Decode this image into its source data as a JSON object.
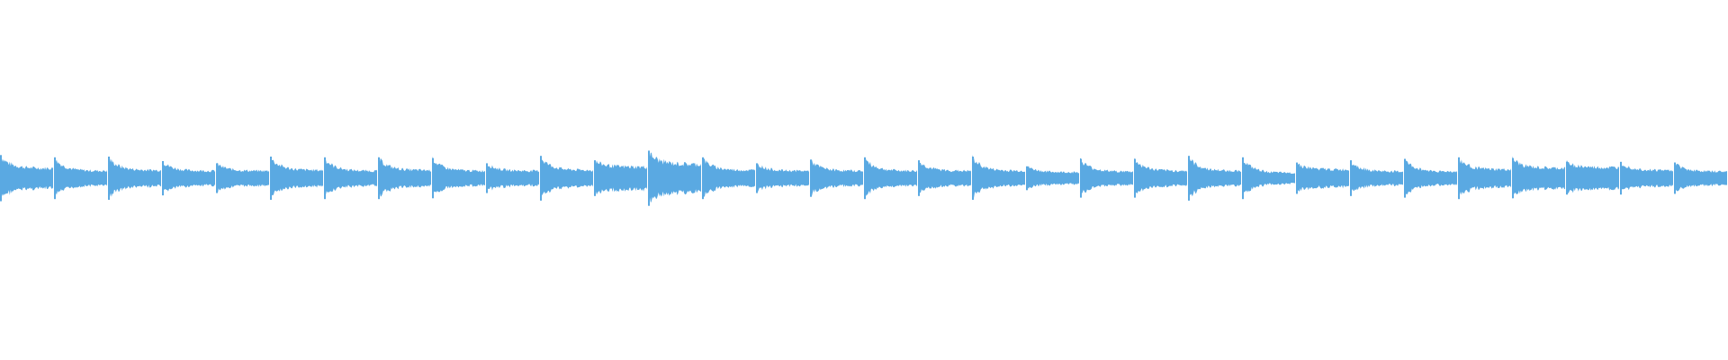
{
  "waveform": {
    "color": "#5aa9e2",
    "background": "#ffffff",
    "beats": [
      {
        "attack": 0.62,
        "decay": 0.3
      },
      {
        "attack": 0.56,
        "decay": 0.22
      },
      {
        "attack": 0.58,
        "decay": 0.24
      },
      {
        "attack": 0.46,
        "decay": 0.22
      },
      {
        "attack": 0.4,
        "decay": 0.22
      },
      {
        "attack": 0.58,
        "decay": 0.24
      },
      {
        "attack": 0.56,
        "decay": 0.22
      },
      {
        "attack": 0.56,
        "decay": 0.24
      },
      {
        "attack": 0.54,
        "decay": 0.22
      },
      {
        "attack": 0.4,
        "decay": 0.22
      },
      {
        "attack": 0.6,
        "decay": 0.24
      },
      {
        "attack": 0.48,
        "decay": 0.34
      },
      {
        "attack": 0.74,
        "decay": 0.42
      },
      {
        "attack": 0.56,
        "decay": 0.24
      },
      {
        "attack": 0.4,
        "decay": 0.22
      },
      {
        "attack": 0.5,
        "decay": 0.22
      },
      {
        "attack": 0.56,
        "decay": 0.22
      },
      {
        "attack": 0.48,
        "decay": 0.22
      },
      {
        "attack": 0.58,
        "decay": 0.22
      },
      {
        "attack": 0.32,
        "decay": 0.18
      },
      {
        "attack": 0.52,
        "decay": 0.2
      },
      {
        "attack": 0.52,
        "decay": 0.22
      },
      {
        "attack": 0.6,
        "decay": 0.22
      },
      {
        "attack": 0.56,
        "decay": 0.16
      },
      {
        "attack": 0.42,
        "decay": 0.26
      },
      {
        "attack": 0.48,
        "decay": 0.2
      },
      {
        "attack": 0.52,
        "decay": 0.2
      },
      {
        "attack": 0.56,
        "decay": 0.26
      },
      {
        "attack": 0.54,
        "decay": 0.3
      },
      {
        "attack": 0.44,
        "decay": 0.32
      },
      {
        "attack": 0.44,
        "decay": 0.24
      },
      {
        "attack": 0.42,
        "decay": 0.2
      }
    ]
  }
}
